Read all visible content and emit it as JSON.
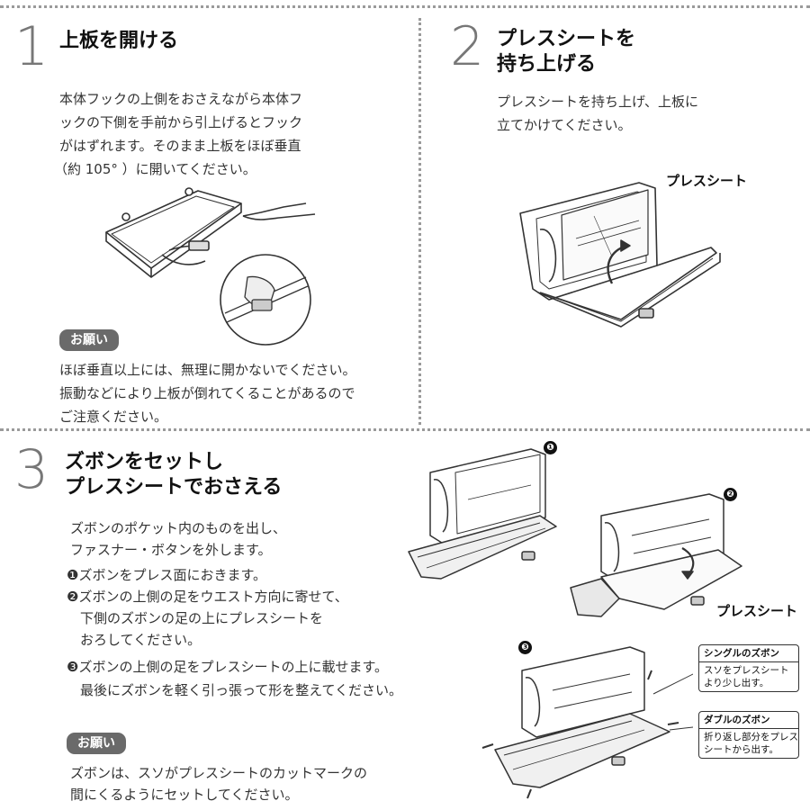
{
  "step1": {
    "number": "1",
    "title": "上板を開ける",
    "body": [
      "本体フックの上側をおさえながら本体フ",
      "ックの下側を手前から引上げるとフック",
      "がはずれます。そのまま上板をほぼ垂直",
      "（約 105° ）に開いてください。"
    ],
    "note_badge": "お願い",
    "note": [
      "ほぼ垂直以上には、無理に開かないでください。",
      "振動などにより上板が倒れてくることがあるので",
      "ご注意ください。"
    ]
  },
  "step2": {
    "number": "2",
    "title": [
      "プレスシートを",
      "持ち上げる"
    ],
    "body": [
      "プレスシートを持ち上げ、上板に",
      "立てかけてください。"
    ],
    "figure_label": "プレスシート"
  },
  "step3": {
    "number": "3",
    "title": [
      "ズボンをセットし",
      "プレスシートでおさえる"
    ],
    "intro": [
      "ズボンのポケット内のものを出し、",
      "ファスナー・ボタンを外します。"
    ],
    "items": [
      [
        "❶ズボンをプレス面におきます。"
      ],
      [
        "❷ズボンの上側の足をウエスト方向に寄せて、",
        "　下側のズボンの足の上にプレスシートを",
        "　おろしてください。"
      ],
      [
        "❸ズボンの上側の足をプレスシートの上に載せます。",
        "　最後にズボンを軽く引っ張って形を整えてください。"
      ]
    ],
    "note_badge": "お願い",
    "note": [
      "ズボンは、スソがプレスシートのカットマークの",
      "間にくるようにセットしてください。"
    ],
    "fig_markers": [
      "❶",
      "❷",
      "❸"
    ],
    "figure_label": "プレスシート",
    "callout_single": {
      "title": "シングルのズボン",
      "text": [
        "スソをプレスシート",
        "より少し出す。"
      ]
    },
    "callout_double": {
      "title": "ダブルのズボン",
      "text": [
        "折り返し部分をプレス",
        "シートから出す。"
      ]
    }
  }
}
